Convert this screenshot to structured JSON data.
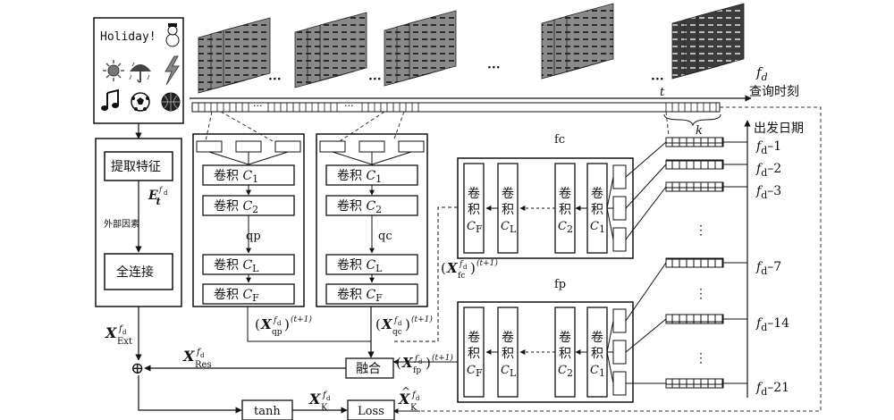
{
  "legend_panel": {
    "holiday_text": "Holiday!",
    "icons": [
      "snowman-icon",
      "sun-icon",
      "umbrella-rain-icon",
      "lightning-icon",
      "music-note-icon",
      "soccer-ball-icon",
      "basketball-icon"
    ]
  },
  "timeline": {
    "fd_label": "f",
    "fd_sub": "d",
    "query_time_label": "查询时刻",
    "t_label": "t",
    "dots": "···",
    "k_label": "k"
  },
  "departure_dates": {
    "title": "出发日期",
    "items": [
      "–1",
      "–2",
      "–3",
      "–7",
      "–14",
      "–21"
    ],
    "ellipsis": "⋮"
  },
  "external_branch": {
    "extract_label": "提取特征",
    "external_factor_label": "外部因素",
    "fc_label": "全连接",
    "e_sym": "E",
    "e_sub": "t"
  },
  "branches": {
    "qp_label": "qp",
    "qc_label": "qc",
    "fc_label": "fc",
    "fp_label": "fp",
    "conv_text": "卷积",
    "layer_c1": "C",
    "layer_c1_sub": "1",
    "layer_c2_sub": "2",
    "layer_cl_sub": "L",
    "layer_cf_sub": "F"
  },
  "outputs": {
    "x_sym": "X",
    "ext_sub": "Ext",
    "res_sub": "Res",
    "qp_sub": "qp",
    "qc_sub": "qc",
    "fc_sub": "fc",
    "fp_sub": "fp",
    "k_sub": "K",
    "t_plus": "(t+1)",
    "fuse_label": "融合",
    "tanh_label": "tanh",
    "loss_label": "Loss",
    "plus_symbol": "⊕"
  }
}
